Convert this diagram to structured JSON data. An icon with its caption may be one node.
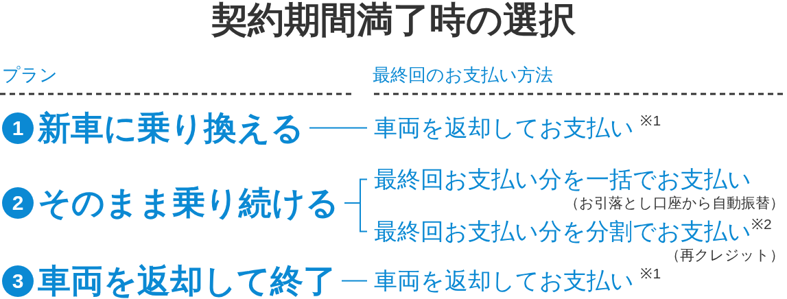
{
  "diagram": {
    "title": "契約期間満了時の選択",
    "nodes": [
      {
        "text": [
          "1",
          "新車に乗り換える"
        ]
      },
      {
        "text": [
          "車両を返却してお支払い $^{※1}$"
        ]
      },
      {
        "text": [
          "2",
          "そのまま乗り続ける"
        ]
      },
      {
        "text": [
          "最終回お支払い分を一括でお支払い",
          "（お引落とし口座から自動振替）"
        ]
      },
      {
        "text": [
          "最終回お支払い分を分割でお支払い$^{※2}$",
          "（再クレジット）"
        ]
      },
      {
        "text": [
          "3",
          "車両を返却して終了"
        ]
      },
      {
        "text": [
          "車両を返却してお支払い $^{※1}$"
        ]
      }
    ],
    "edges": [
      {
        "from": 0,
        "to": 1,
        "arrow": "none"
      },
      {
        "from": 2,
        "to": 3,
        "arrow": "none"
      },
      {
        "from": 2,
        "to": 4,
        "arrow": "none"
      },
      {
        "from": 5,
        "to": 6,
        "arrow": "none"
      }
    ],
    "labels": [
      "プラン",
      "最終回のお支払い方法"
    ]
  }
}
